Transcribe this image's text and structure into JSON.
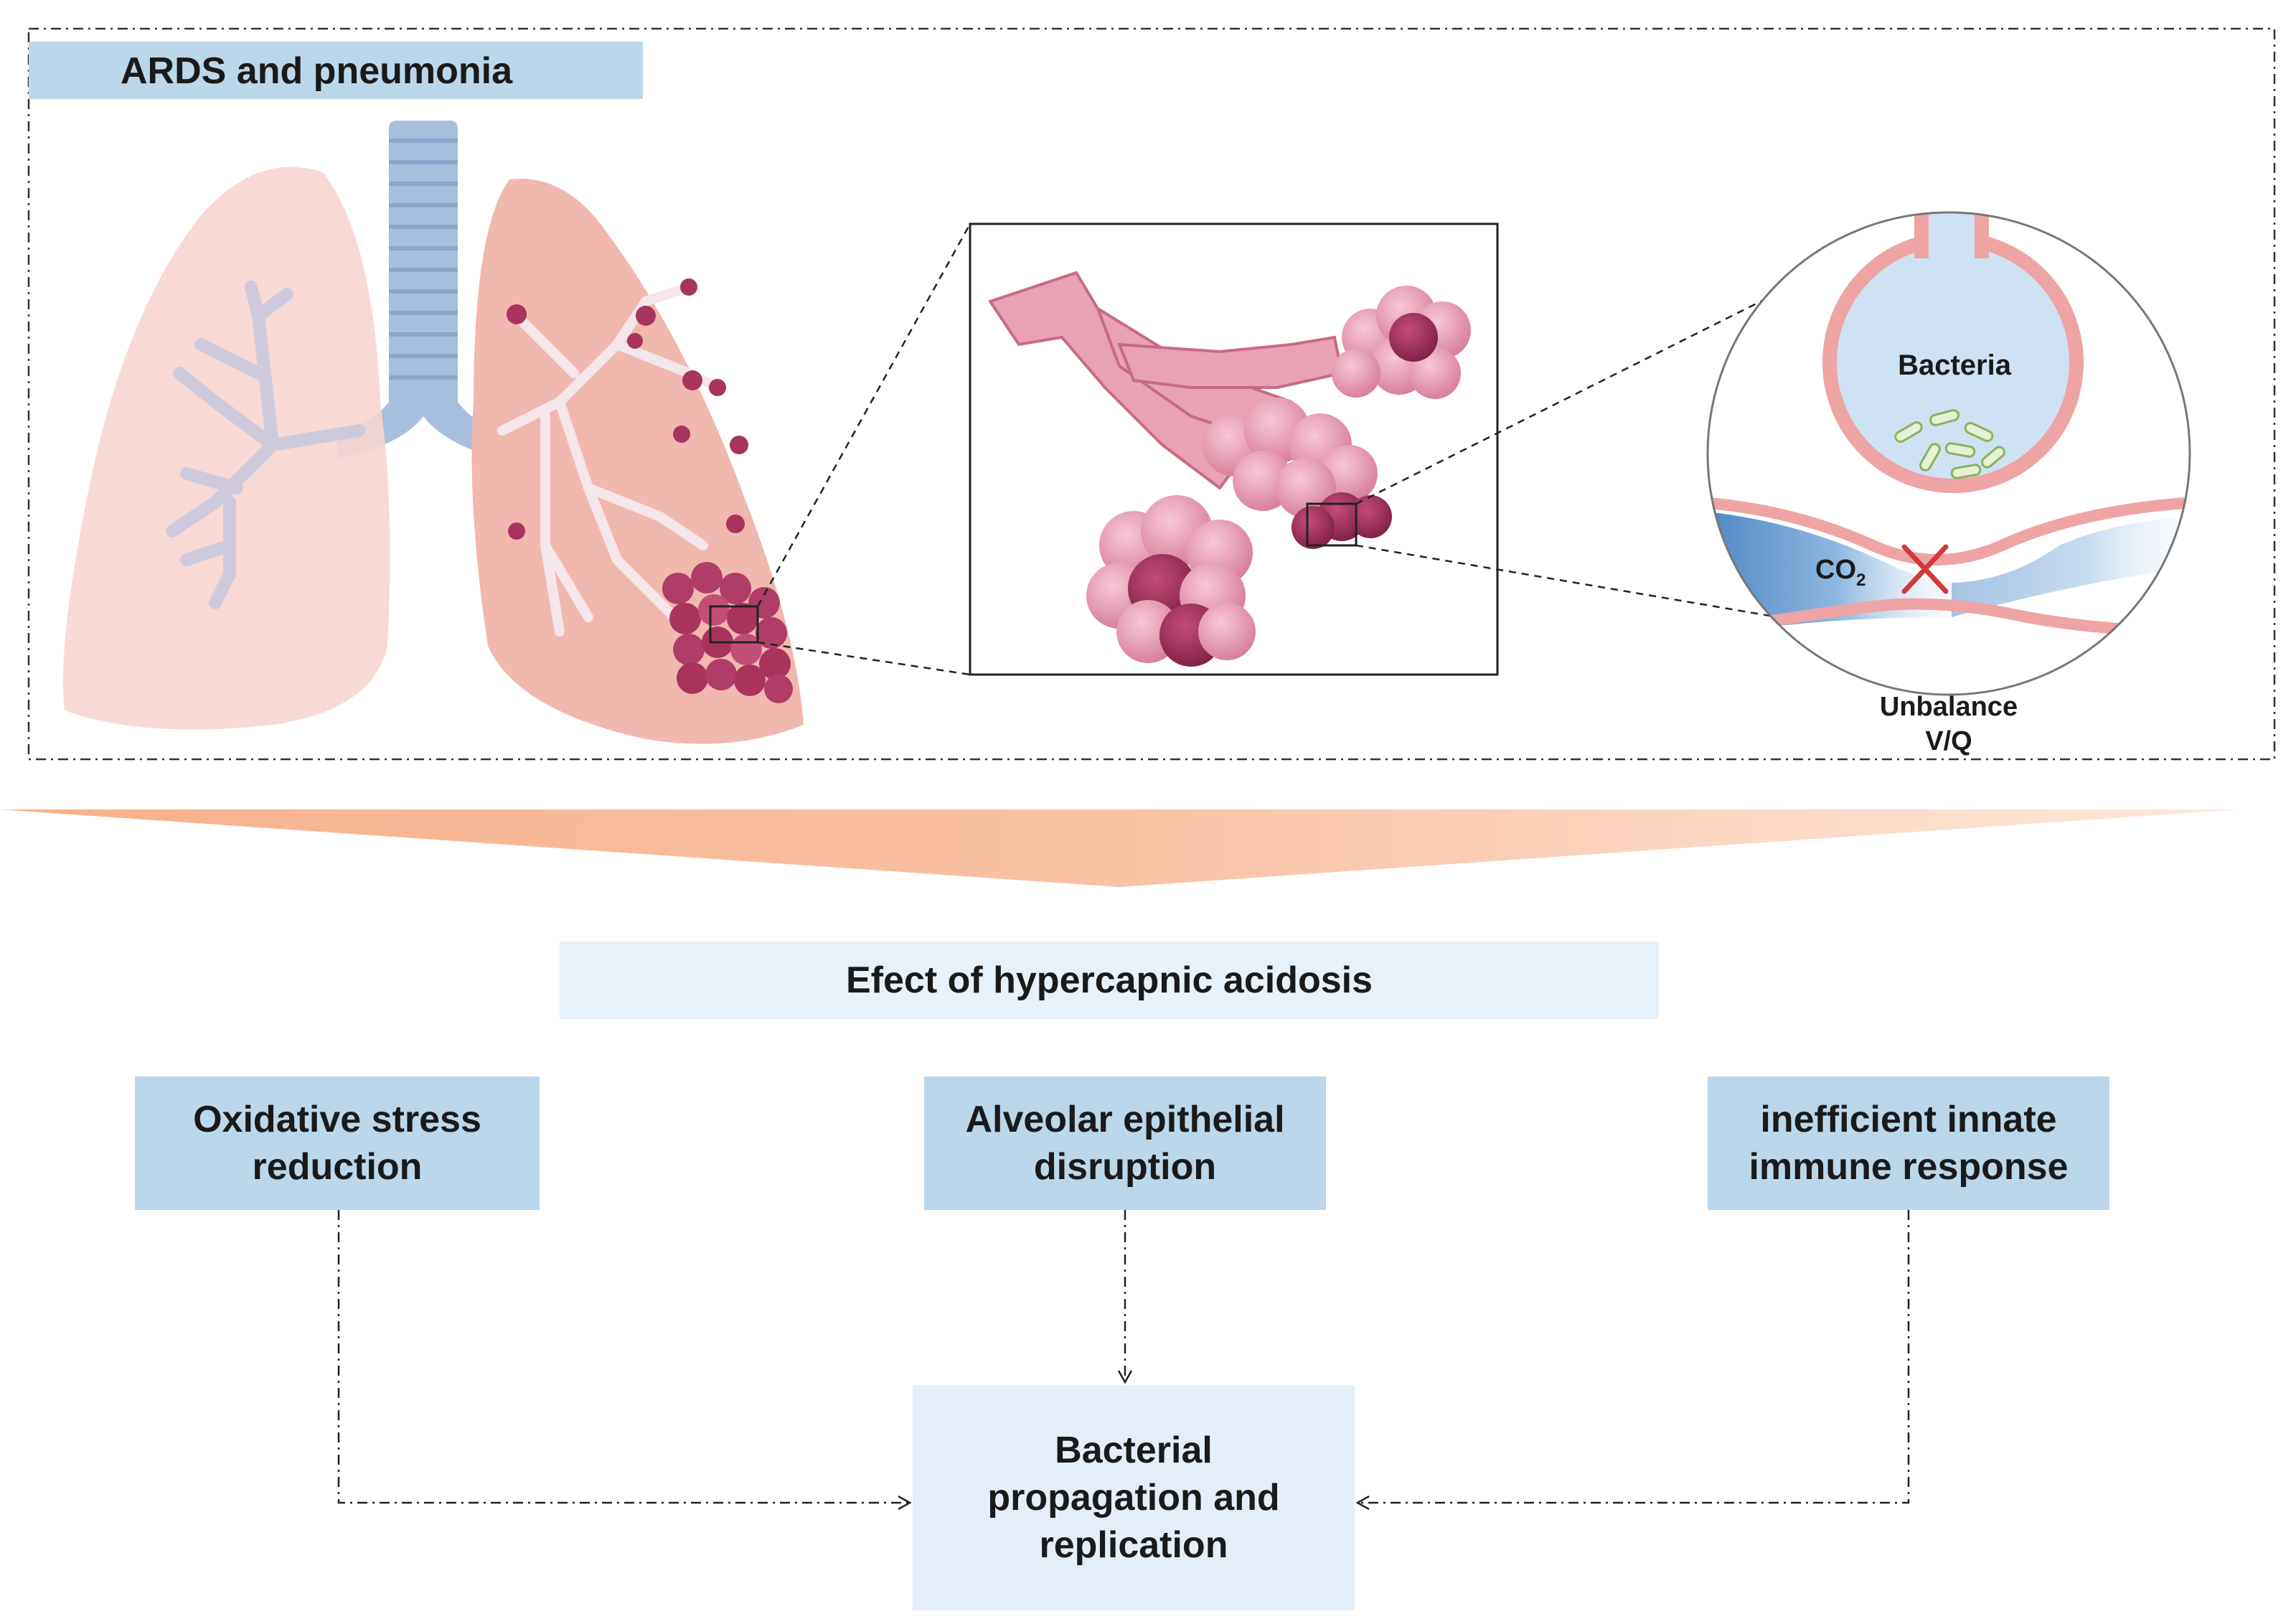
{
  "panel": {
    "title": "ARDS and pneumonia",
    "bacteria_label": "Bacteria",
    "co2_label": "CO",
    "co2_subscript": "2",
    "vq_label_line1": "Unbalance",
    "vq_label_line2": "V/Q"
  },
  "effects": {
    "header": "Efect of hypercapnic acidosis",
    "boxes": [
      {
        "lines": [
          "Oxidative stress",
          "reduction"
        ]
      },
      {
        "lines": [
          "Alveolar epithelial",
          "disruption"
        ]
      },
      {
        "lines": [
          "inefficient innate",
          "immune response"
        ]
      }
    ],
    "outcome": {
      "lines": [
        "Bacterial",
        "propagation and",
        "replication"
      ]
    }
  },
  "colors": {
    "box_fill": "#bcd6ea",
    "header_fill": "#e7f1f9",
    "outcome_fill": "#e3eef8",
    "lung_fill": "#f6d3cf",
    "alveoli": "#a8345e",
    "chevron": "#f4a983"
  }
}
